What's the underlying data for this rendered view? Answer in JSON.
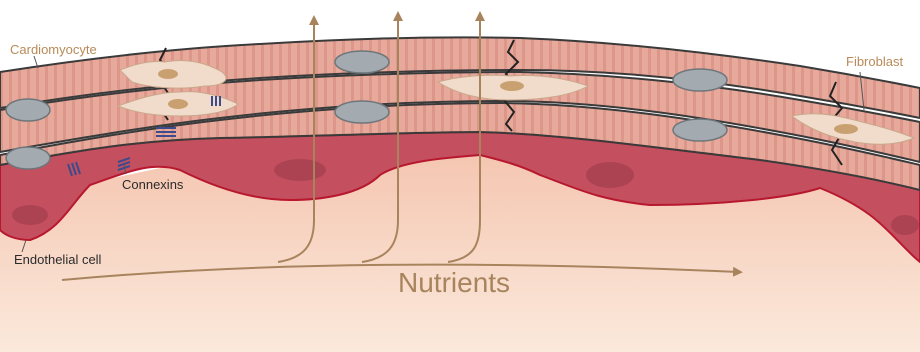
{
  "labels": {
    "cardiomyocyte": "Cardiomyocyte",
    "fibroblast": "Fibroblast",
    "connexins": "Connexins",
    "endothelial_cell": "Endothelial cell",
    "nutrients": "Nutrients"
  },
  "colors": {
    "label_tan": "#b98a57",
    "label_dark": "#2b2b2b",
    "nutrient_arrow": "#a8845e",
    "muscle_fill": "#e7a99b",
    "muscle_stripe": "#c97f72",
    "endothelium_fill": "#c4505f",
    "endothelium_edge": "#b8182f",
    "nucleus_fill": "#a3abb0",
    "fibroblast_fill": "#f1dccb",
    "connexin": "#3d4a8c",
    "lumen_top": "#f4c3ad",
    "lumen_bottom": "#fbe9dc"
  }
}
